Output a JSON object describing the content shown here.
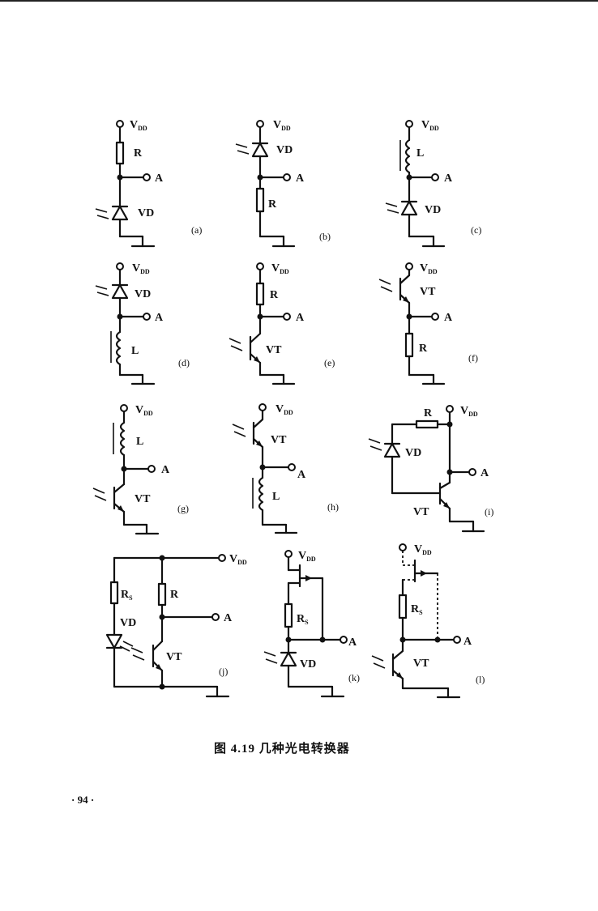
{
  "caption": "图 4.19   几种光电转换器",
  "page_number": "· 94 ·",
  "labels": {
    "vdd": "V",
    "vdd_sub": "DD",
    "a": "A",
    "r": "R",
    "rs": "R",
    "rs_sub": "S",
    "l": "L",
    "vd": "VD",
    "vt": "VT"
  },
  "circuits": {
    "a": "(a)",
    "b": "(b)",
    "c": "(c)",
    "d": "(d)",
    "e": "(e)",
    "f": "(f)",
    "g": "(g)",
    "h": "(h)",
    "i": "(i)",
    "j": "(j)",
    "k": "(k)",
    "l": "(l)"
  }
}
